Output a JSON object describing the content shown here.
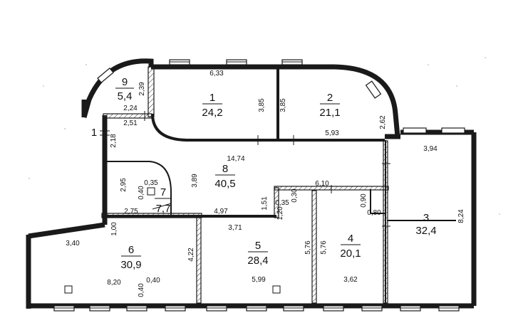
{
  "rooms": [
    {
      "number": "1",
      "area": "24,2"
    },
    {
      "number": "2",
      "area": "21,1"
    },
    {
      "number": "3",
      "area": "32,4"
    },
    {
      "number": "4",
      "area": "20,1"
    },
    {
      "number": "5",
      "area": "28,4"
    },
    {
      "number": "6",
      "area": "30,9"
    },
    {
      "number": "7",
      "area": "7,7"
    },
    {
      "number": "8",
      "area": "40,5"
    },
    {
      "number": "9",
      "area": "5,4"
    }
  ],
  "unnumbered_label": "1",
  "dimensions": [
    "6,33",
    "3,85",
    "3,85",
    "2,62",
    "5,93",
    "2,39",
    "2,24",
    "2,51",
    "2,18",
    "14,74",
    "3,94",
    "2,95",
    "0,35",
    "0,40",
    "3,89",
    "6,10",
    "0,90",
    "0,80",
    "8,24",
    "1,51",
    "0,35",
    "0,30",
    "1,20",
    "2,75",
    "4,97",
    "1,00",
    "3,71",
    "3,40",
    "4,22",
    "5,76",
    "5,76",
    "3,62",
    "8,20",
    "0,40",
    "0,40",
    "5,99"
  ]
}
